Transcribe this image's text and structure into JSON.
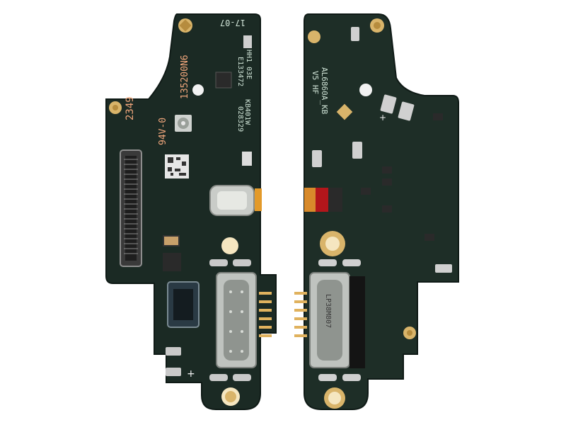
{
  "photo": {
    "background": "#ffffff",
    "colors": {
      "pcb": "#1b2a24",
      "pcb_edge": "#0f1a16",
      "pcb_trace": "#243a31",
      "gold": "#d9b46a",
      "silver": "#c9ccc8",
      "silkscreen": "#f1a77c",
      "silkscreen_light": "#cfe3d6",
      "component": "#2a2a2a",
      "red_tape": "#b3161b",
      "orange": "#e39a2a"
    }
  },
  "left_board": {
    "top_label": "17-07",
    "date_code": "2349",
    "rating": "94V-0",
    "part_number": "135200N6",
    "code_1": "E133472",
    "code_2": "KB401W",
    "code_3": "028329",
    "code_4": "HH1 03E",
    "plus_mark": "+",
    "icons": {
      "flex_connector": "board-to-board-connector",
      "usb_port": "usb-c-port",
      "antenna": "antenna-connector",
      "microphone": "microphone-module"
    }
  },
  "right_board": {
    "code_1": "AL6860A_KB",
    "code_2": "V5 HF",
    "usb_label": "LP38M807",
    "plus_mark": "+",
    "icons": {
      "usb_port": "usb-c-port",
      "tape": "insulation-tape"
    }
  }
}
